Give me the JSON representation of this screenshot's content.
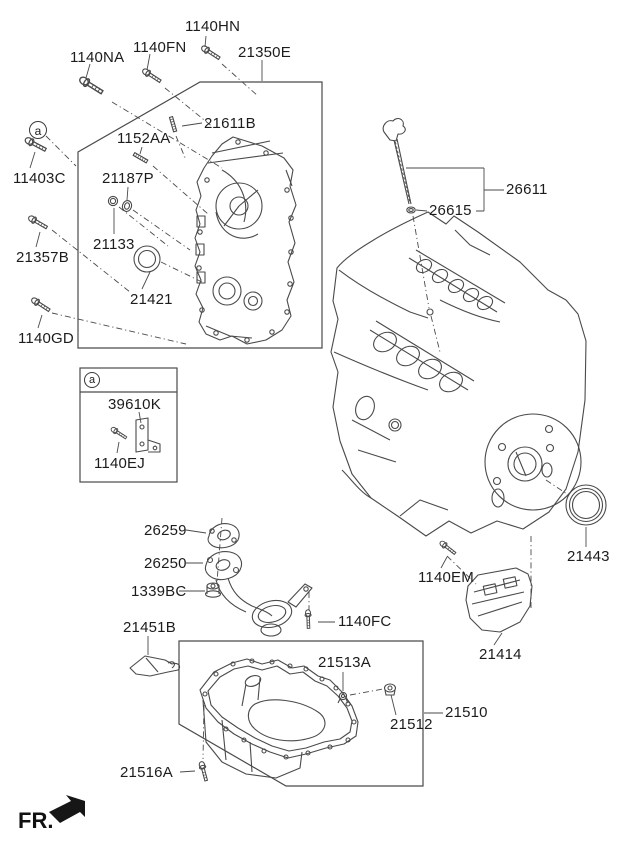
{
  "page": {
    "fr_label": "FR.",
    "detail_marker": "a"
  },
  "colors": {
    "background": "#ffffff",
    "line": "#4a4a4a",
    "label_text": "#1c1c1c",
    "arrow": "#161616"
  },
  "parts": {
    "1140HN": "1140HN",
    "1140NA": "1140NA",
    "1140FN": "1140FN",
    "21350E": "21350E",
    "21611B": "21611B",
    "1152AA": "1152AA",
    "11403C": "11403C",
    "21187P": "21187P",
    "21133": "21133",
    "21357B": "21357B",
    "21421": "21421",
    "1140GD": "1140GD",
    "39610K": "39610K",
    "1140EJ": "1140EJ",
    "26611": "26611",
    "26615": "26615",
    "26259": "26259",
    "26250": "26250",
    "1339BC": "1339BC",
    "21451B": "21451B",
    "1140FC": "1140FC",
    "1140EM": "1140EM",
    "21443": "21443",
    "21414": "21414",
    "21513A": "21513A",
    "21512": "21512",
    "21510": "21510",
    "21516A": "21516A"
  },
  "groups": {
    "timing_cover_area": [
      "1140HN",
      "1140NA",
      "1140FN",
      "21350E",
      "21611B",
      "1152AA",
      "11403C",
      "21187P",
      "21133",
      "21357B",
      "21421",
      "1140GD"
    ],
    "detail_box_a": [
      "39610K",
      "1140EJ"
    ],
    "dipstick": [
      "26611",
      "26615"
    ],
    "oil_pickup": [
      "26259",
      "26250",
      "1339BC",
      "1140FC"
    ],
    "engine_rear": [
      "1140EM",
      "21443",
      "21414"
    ],
    "oil_pan_area": [
      "21451B",
      "21513A",
      "21512",
      "21510",
      "21516A"
    ]
  }
}
